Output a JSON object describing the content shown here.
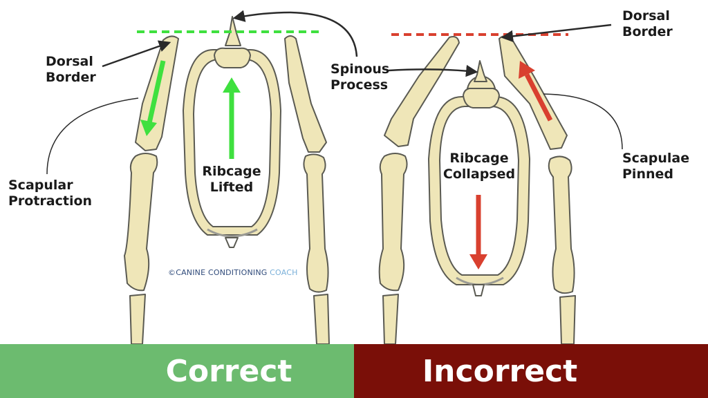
{
  "colors": {
    "bone_fill": "#efe6b8",
    "bone_outline": "#5a5a52",
    "correct_green": "#3fe03f",
    "incorrect_red": "#d9402f",
    "correct_banner": "#6cbb6f",
    "incorrect_banner": "#7a0f08"
  },
  "left_panel": {
    "dorsal_border_label": "Dorsal\nBorder",
    "scapular_protraction_label": "Scapular\nProtraction",
    "ribcage_label": "Ribcage\nLifted"
  },
  "center": {
    "spinous_process_label": "Spinous\nProcess"
  },
  "right_panel": {
    "dorsal_border_label": "Dorsal\nBorder",
    "ribcage_label": "Ribcage\nCollapsed",
    "scapulae_label": "Scapulae\nPinned"
  },
  "credit": {
    "part1": "©CANINE CONDITIONING",
    "part2": " COACH"
  },
  "banners": {
    "correct": "Correct",
    "incorrect": "Incorrect"
  }
}
